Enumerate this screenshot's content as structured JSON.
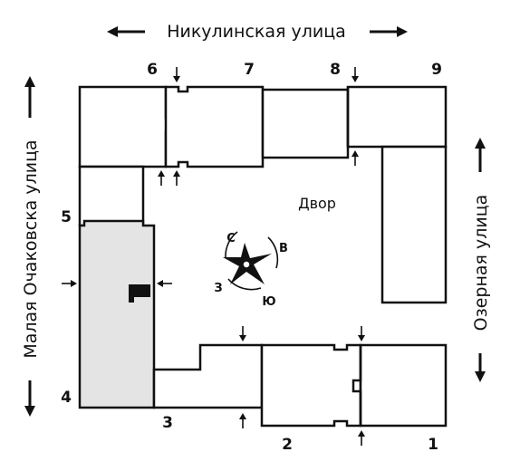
{
  "streets": {
    "north": "Никулинская улица",
    "west": "Малая Очаковска улица",
    "east": "Озерная улица"
  },
  "yard_label": "Двор",
  "compass": {
    "north": "С",
    "east": "В",
    "south": "Ю",
    "west": "З"
  },
  "building_numbers": [
    "1",
    "2",
    "3",
    "4",
    "5",
    "6",
    "7",
    "8",
    "9"
  ],
  "highlighted_building": "4",
  "colors": {
    "lines": "#111111",
    "highlight": "#e4e4e4",
    "background": "#ffffff"
  }
}
